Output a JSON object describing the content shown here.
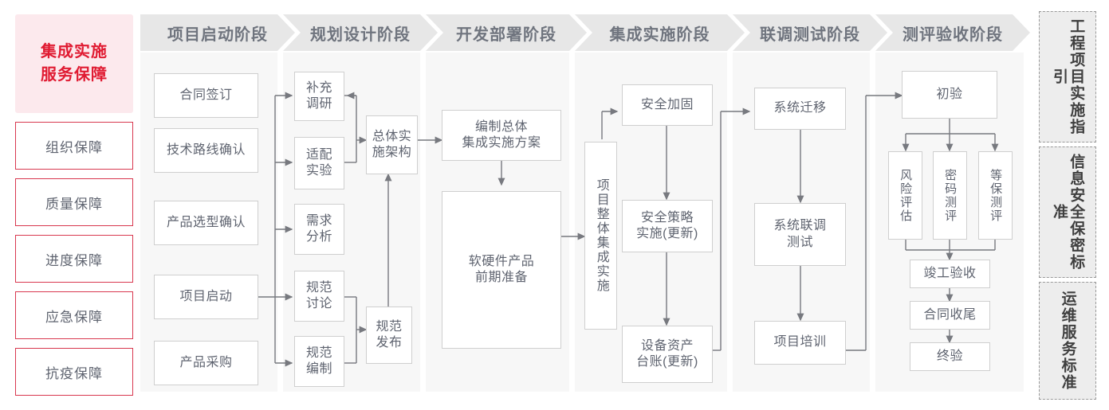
{
  "lead": {
    "title_line1": "集成实施",
    "title_line2": "服务保障",
    "accent_color": "#e01b32",
    "bg_color": "#fce9ed"
  },
  "guarantees": [
    {
      "label": "组织保障"
    },
    {
      "label": "质量保障"
    },
    {
      "label": "进度保障"
    },
    {
      "label": "应急保障"
    },
    {
      "label": "抗疫保障"
    }
  ],
  "phases": [
    {
      "id": "p1",
      "header": "项目启动阶段",
      "nodes": [
        {
          "id": "n-htqd",
          "label": "合同签订"
        },
        {
          "id": "n-jslx",
          "label": "技术路线确认"
        },
        {
          "id": "n-cpxx",
          "label": "产品选型确认"
        },
        {
          "id": "n-xmqd",
          "label": "项目启动"
        },
        {
          "id": "n-cpcg",
          "label": "产品采购"
        }
      ]
    },
    {
      "id": "p2",
      "header": "规划设计阶段",
      "nodes": [
        {
          "id": "n-bcdy",
          "label": "补充\n调研"
        },
        {
          "id": "n-spsy",
          "label": "适配\n实验"
        },
        {
          "id": "n-xqfx",
          "label": "需求\n分析"
        },
        {
          "id": "n-gftl",
          "label": "规范\n讨论"
        },
        {
          "id": "n-gfbz",
          "label": "规范\n编制"
        },
        {
          "id": "n-ztss",
          "label": "总体实\n施架构"
        },
        {
          "id": "n-gffb",
          "label": "规范\n发布"
        }
      ]
    },
    {
      "id": "p3",
      "header": "开发部署阶段",
      "nodes": [
        {
          "id": "n-bzzt",
          "label": "编制总体\n集成实施方案"
        },
        {
          "id": "n-ryjz",
          "label": "软硬件产品\n前期准备"
        }
      ]
    },
    {
      "id": "p4",
      "header": "集成实施阶段",
      "nodes": [
        {
          "id": "n-xmzt",
          "label": "项目整体集成实施"
        },
        {
          "id": "n-aqjg",
          "label": "安全加固"
        },
        {
          "id": "n-aqcl",
          "label": "安全策略\n实施(更新)"
        },
        {
          "id": "n-sbzc",
          "label": "设备资产\n台账(更新)"
        }
      ]
    },
    {
      "id": "p5",
      "header": "联调测试阶段",
      "nodes": [
        {
          "id": "n-xtqy",
          "label": "系统迁移"
        },
        {
          "id": "n-xtld",
          "label": "系统联调\n测试"
        },
        {
          "id": "n-xmpx",
          "label": "项目培训"
        }
      ]
    },
    {
      "id": "p6",
      "header": "测评验收阶段",
      "nodes": [
        {
          "id": "n-chuy",
          "label": "初验"
        },
        {
          "id": "n-fxpg",
          "label": "风险评估"
        },
        {
          "id": "n-mmcp",
          "label": "密码测评"
        },
        {
          "id": "n-dbcp",
          "label": "等保测评"
        },
        {
          "id": "n-jgys",
          "label": "竣工验收"
        },
        {
          "id": "n-htsw",
          "label": "合同收尾"
        },
        {
          "id": "n-zhys",
          "label": "终验"
        }
      ]
    }
  ],
  "standards": [
    {
      "id": "s1",
      "label": "工程项目实施指引"
    },
    {
      "id": "s2",
      "label": "信息安全保密标准"
    },
    {
      "id": "s3",
      "label": "运维服务标准"
    }
  ],
  "colors": {
    "node_border": "#cfcfcf",
    "node_text": "#5f6470",
    "panel_bg": "#f7f7f7",
    "header_bg": "#e7e7e7",
    "header_text": "#6f747e",
    "wire": "#77797f",
    "guarantee_border": "#d8384f",
    "standard_border": "#9a9a9a",
    "standard_bg": "#ededed"
  }
}
